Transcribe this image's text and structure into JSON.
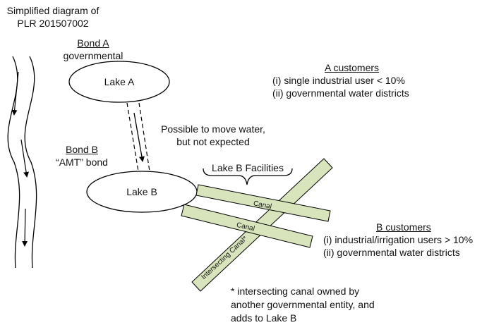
{
  "title": {
    "line1": "Simplified diagram of",
    "line2": "PLR 201507002"
  },
  "bond_a": {
    "heading": "Bond A",
    "type": "governmental"
  },
  "bond_b": {
    "heading": "Bond B",
    "type": "“AMT” bond"
  },
  "lakes": {
    "a": "Lake A",
    "b": "Lake B"
  },
  "transfer_note": {
    "line1": "Possible to move water,",
    "line2": "but not expected"
  },
  "facilities_label": "Lake B Facilities",
  "canals": {
    "canal_1": "Canal",
    "canal_2": "Canal",
    "intersecting": "Intersecting Canal*"
  },
  "a_customers": {
    "heading": "A customers",
    "items": [
      "(i) single industrial user < 10%",
      "(ii) governmental water districts"
    ]
  },
  "b_customers": {
    "heading": "B customers",
    "items": [
      "(i) industrial/irrigation users > 10%",
      "(ii) governmental water districts"
    ]
  },
  "footnote": {
    "line1": "* intersecting canal owned by",
    "line2": "another governmental entity, and",
    "line3": "adds to Lake B"
  },
  "colors": {
    "canal_fill": "#d8e4bc",
    "line": "#000000"
  },
  "icons": {
    "river": "river-icon"
  }
}
